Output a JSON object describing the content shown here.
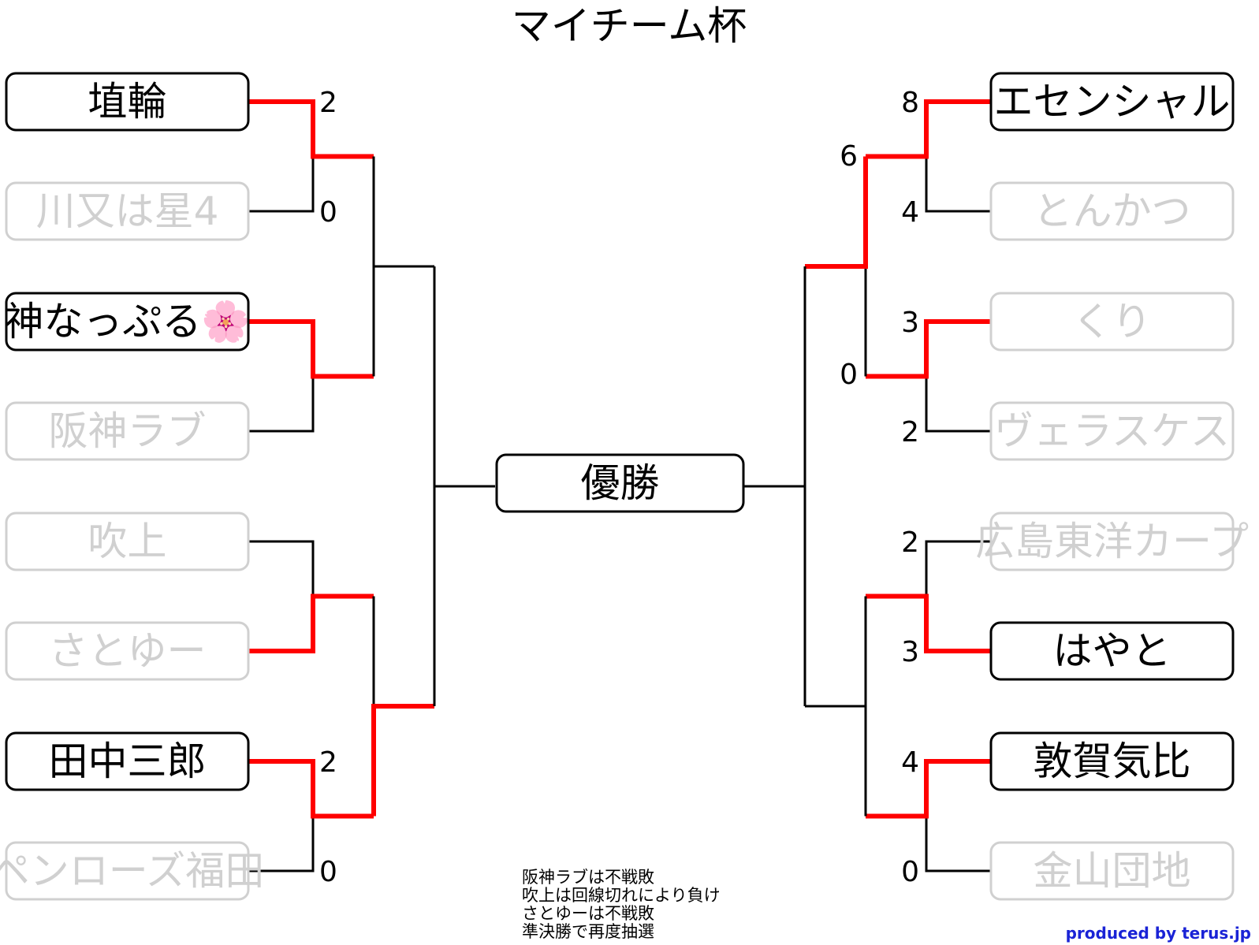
{
  "title": "マイチーム杯",
  "final_label": "優勝",
  "colors": {
    "winner_line": "#ff0000",
    "line": "#000000",
    "active_border": "#000000",
    "inactive": "#d0d0d0"
  },
  "left": {
    "teams": [
      {
        "name": "埴輪",
        "active": true
      },
      {
        "name": "川又は星4",
        "active": false
      },
      {
        "name": "神なっぷる🌸",
        "active": true
      },
      {
        "name": "阪神ラブ",
        "active": false
      },
      {
        "name": "吹上",
        "active": false
      },
      {
        "name": "さとゆー",
        "active": false
      },
      {
        "name": "田中三郎",
        "active": true
      },
      {
        "name": "ペンローズ福田",
        "active": false
      }
    ],
    "round1_scores": [
      "2",
      "0",
      "",
      "",
      "",
      "",
      "2",
      "0"
    ],
    "round2_scores": [
      "",
      "",
      "",
      ""
    ]
  },
  "right": {
    "teams": [
      {
        "name": "エセンシャル",
        "active": true
      },
      {
        "name": "とんかつ",
        "active": false
      },
      {
        "name": "くり",
        "active": false
      },
      {
        "name": "ヴェラスケス",
        "active": false
      },
      {
        "name": "広島東洋カープ",
        "active": false
      },
      {
        "name": "はやと",
        "active": true
      },
      {
        "name": "敦賀気比",
        "active": true
      },
      {
        "name": "金山団地",
        "active": false
      }
    ],
    "round1_scores": [
      "8",
      "4",
      "3",
      "2",
      "2",
      "3",
      "4",
      "0"
    ],
    "round2_scores": [
      "6",
      "0",
      "",
      ""
    ]
  },
  "notes": [
    "阪神ラブは不戦敗",
    "吹上は回線切れにより負け",
    "さとゆーは不戦敗",
    "準決勝で再度抽選"
  ],
  "credit": "produced by terus.jp"
}
